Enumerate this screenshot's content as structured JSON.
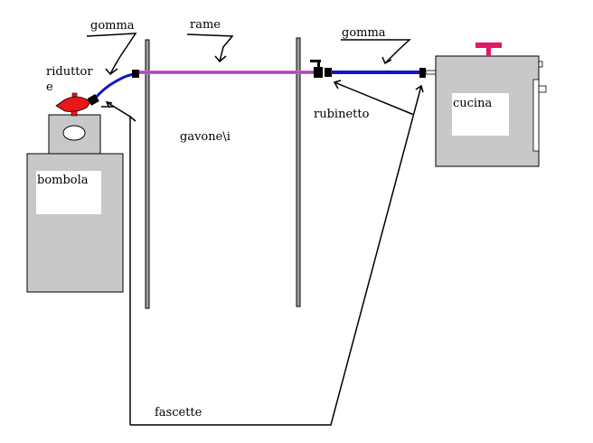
{
  "diagram": {
    "labels": {
      "gomma_left": "gomma",
      "rame": "rame",
      "gomma_right": "gomma",
      "riduttore_line1": "riduttor",
      "riduttore_line2": "e",
      "rubinetto": "rubinetto",
      "cucina": "cucina",
      "gavone": "gavone\\i",
      "bombola": "bombola",
      "fascette": "fascette"
    },
    "colors": {
      "rubber_hose": "#1515c8",
      "copper_pipe": "#d060d8",
      "copper_pipe_core": "#8a2f9a",
      "reducer": "#e81818",
      "knob": "#e0186a",
      "appliance": "#c8c8c8",
      "outline": "#000000"
    }
  }
}
